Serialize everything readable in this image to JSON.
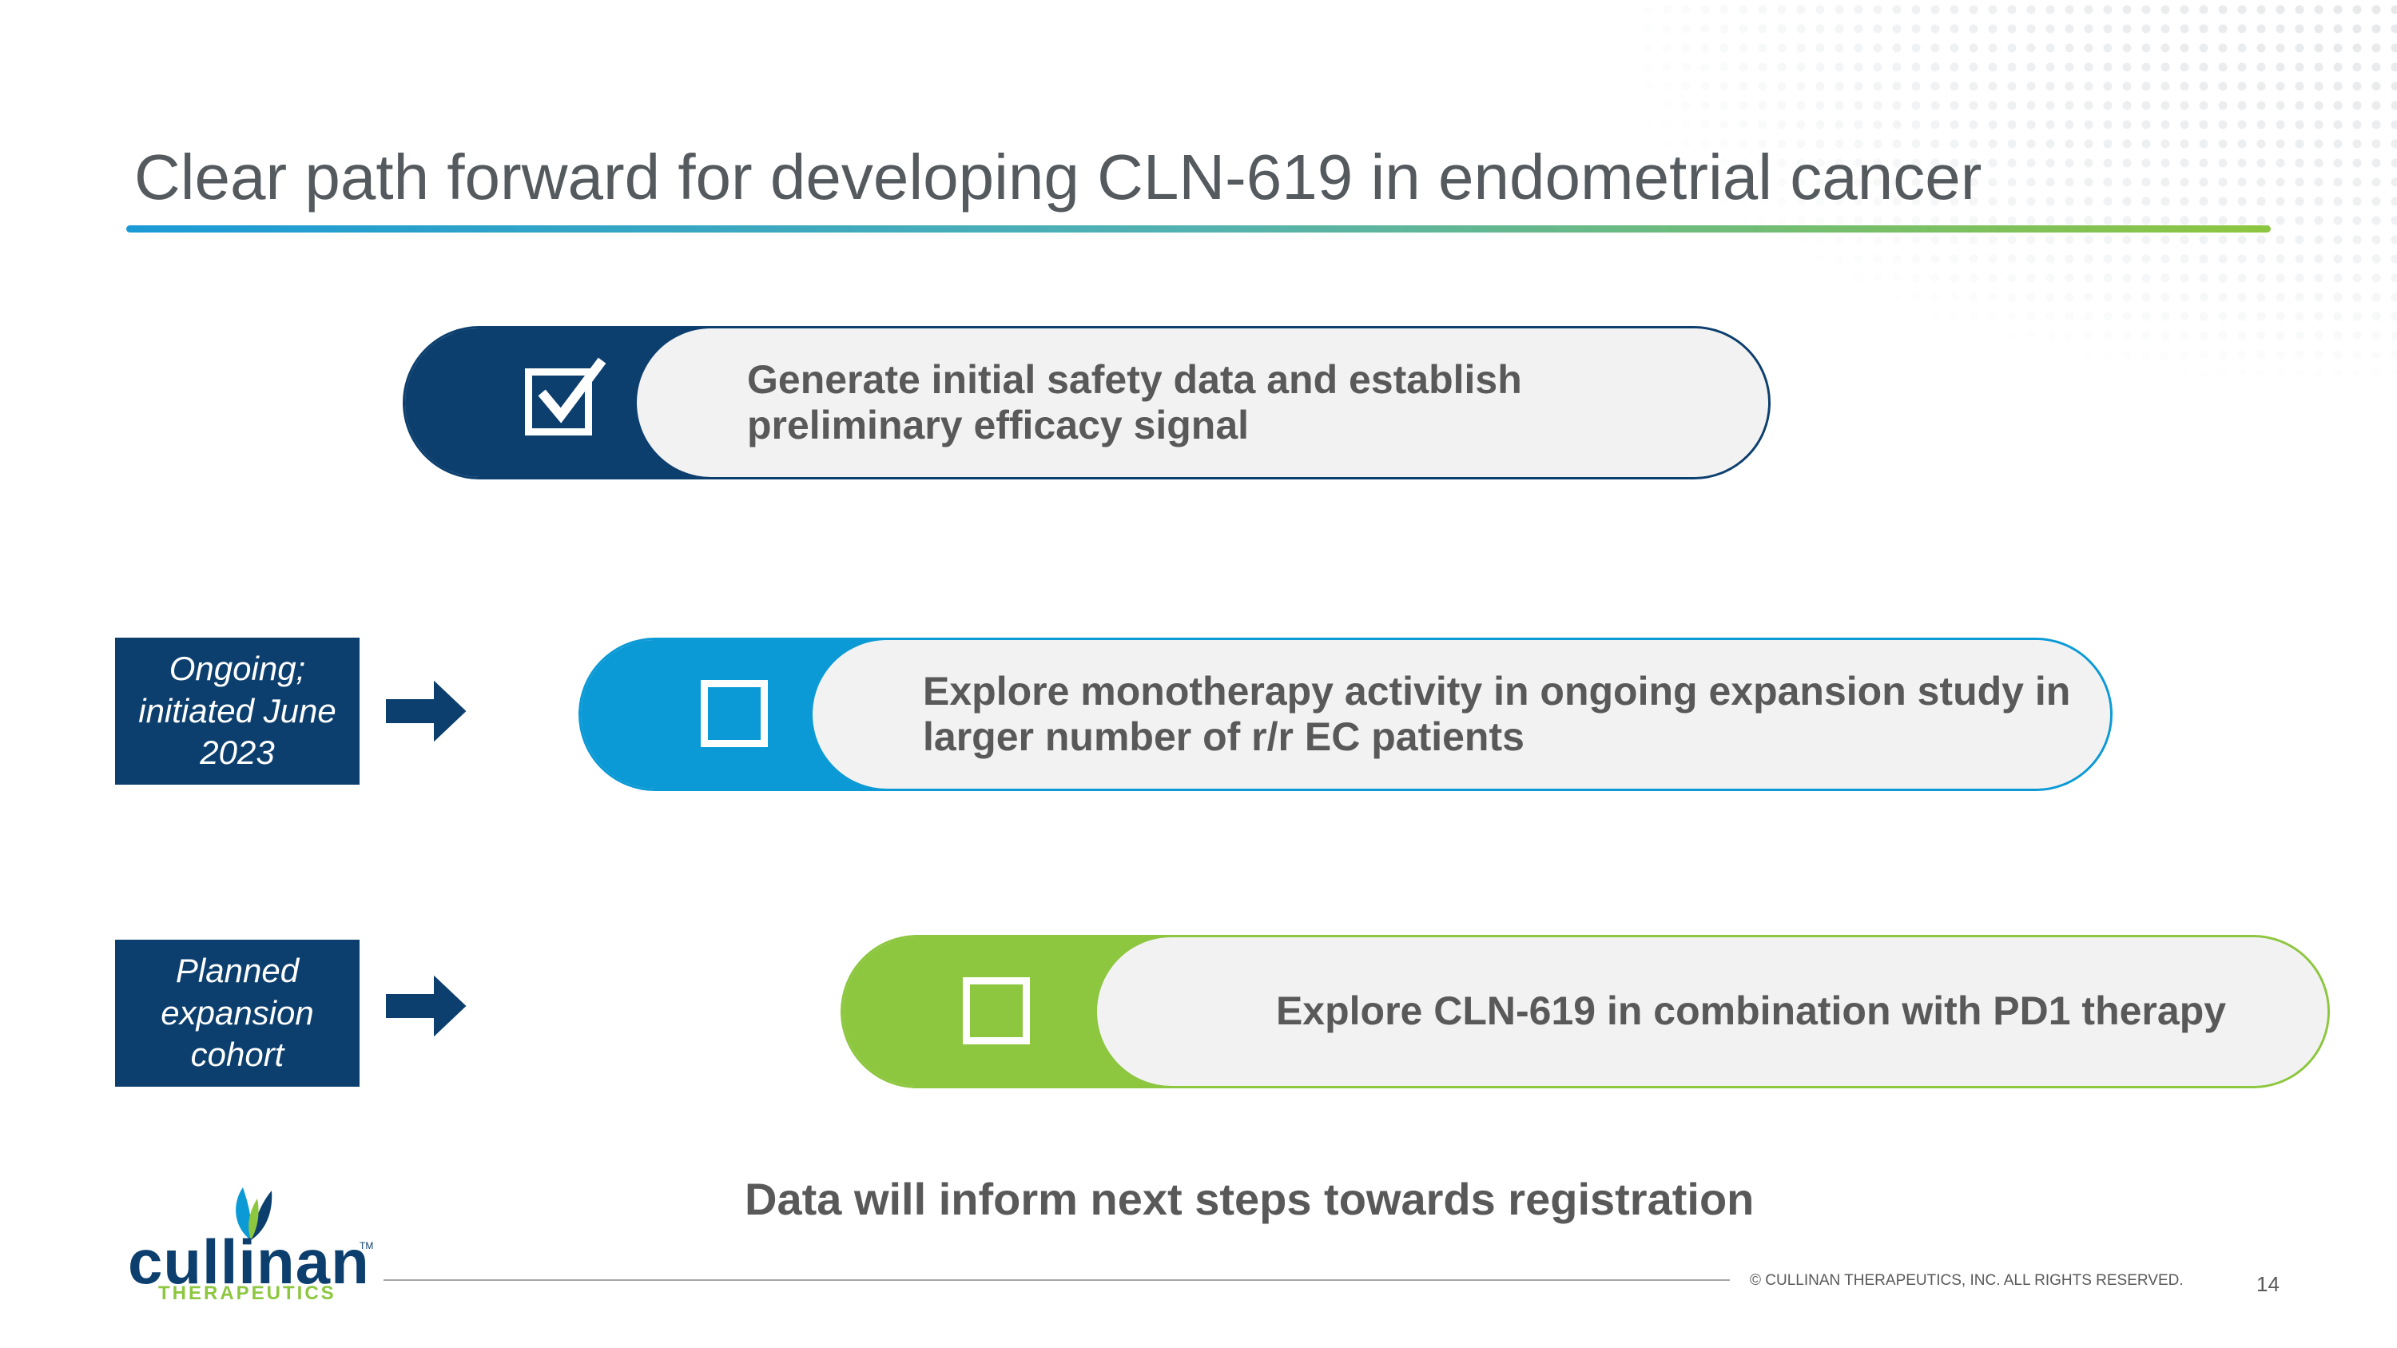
{
  "slide": {
    "title": "Clear path forward for developing CLN-619 in endometrial cancer",
    "steps": [
      {
        "text": "Generate initial safety data and establish preliminary efficacy signal",
        "checked": true,
        "color": "#0c3f6e"
      },
      {
        "text": "Explore monotherapy activity in ongoing expansion study in larger number of r/r EC patients",
        "checked": false,
        "color": "#0b9ad6"
      },
      {
        "text": "Explore CLN-619 in combination with PD1 therapy",
        "checked": false,
        "color": "#8dc63f"
      }
    ],
    "status_labels": [
      "Ongoing; initiated June 2023",
      "Planned expansion cohort"
    ],
    "summary": "Data will inform next steps towards registration"
  },
  "footer": {
    "logo_name": "cullinan",
    "logo_trademark": "TM",
    "logo_sub": "THERAPEUTICS",
    "copyright": "© CULLINAN THERAPEUTICS, INC. ALL RIGHTS RESERVED.",
    "page_number": "14"
  },
  "colors": {
    "navy": "#0c3f6e",
    "blue": "#0b9ad6",
    "green": "#8dc63f",
    "text_gray": "#595959"
  }
}
